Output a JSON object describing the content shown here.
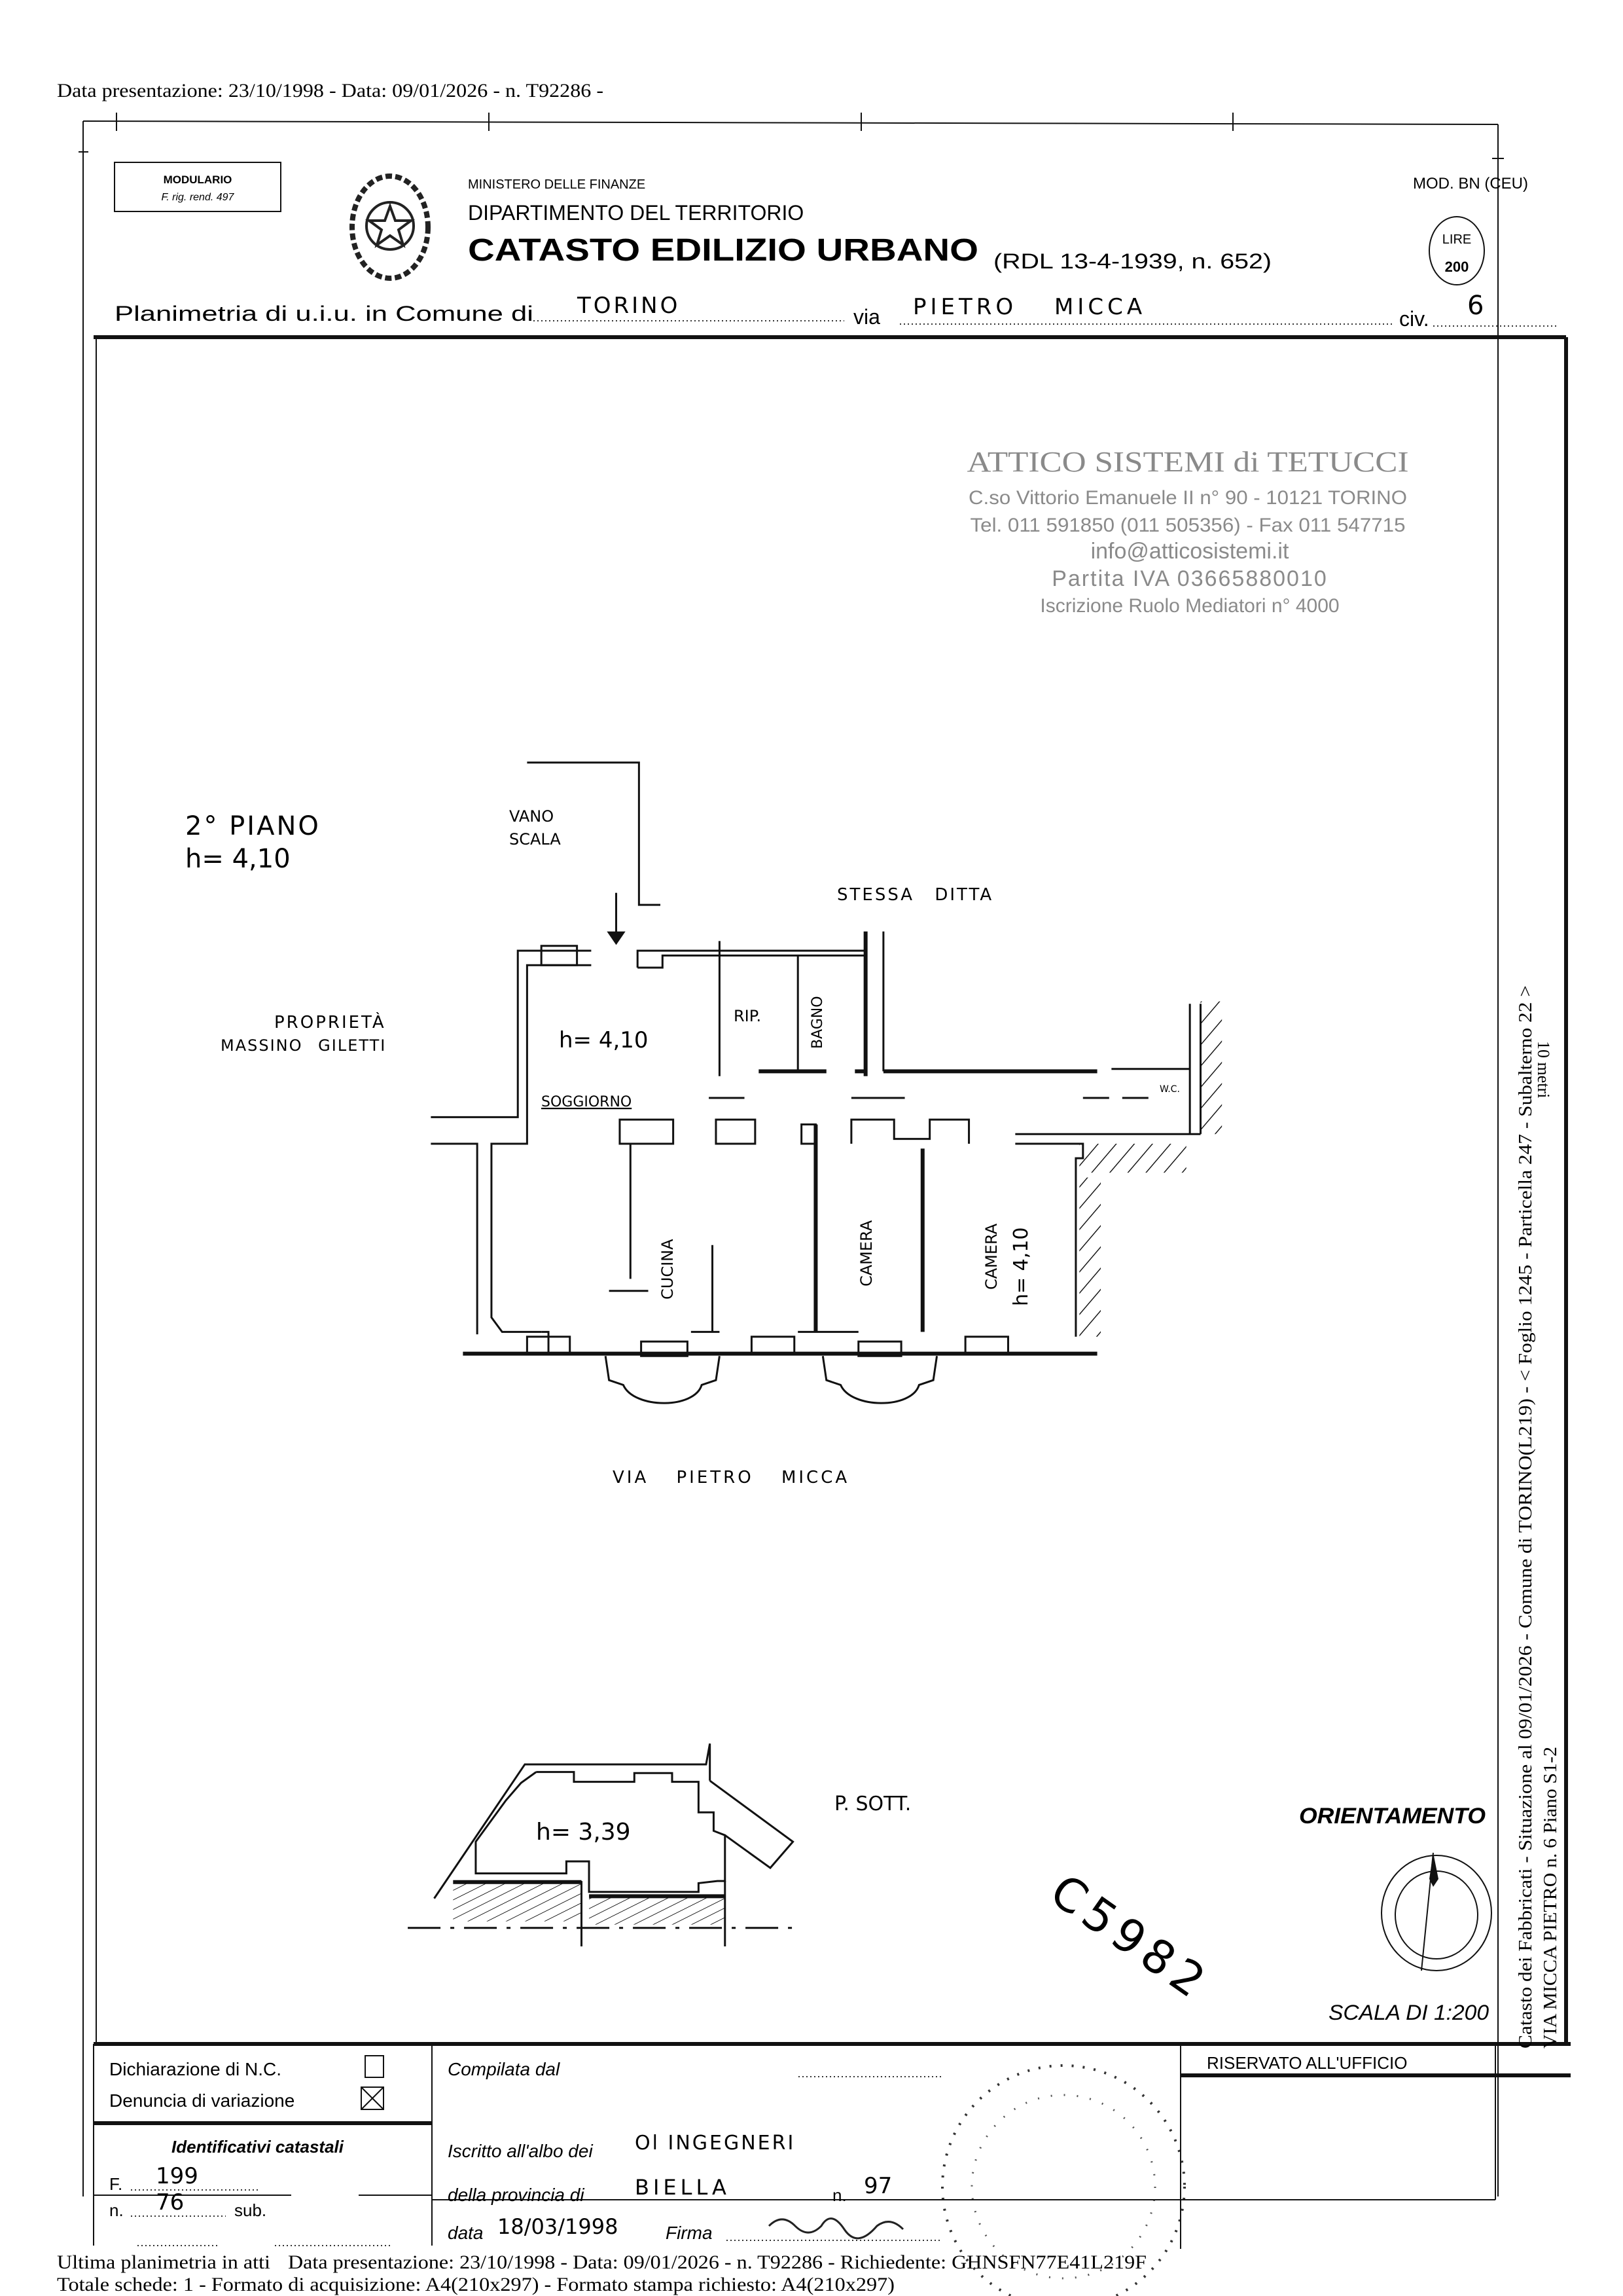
{
  "header": {
    "print_info": "Data presentazione: 23/10/1998 - Data: 09/01/2026 - n. T92286 -"
  },
  "form": {
    "modulario": {
      "line1": "MODULARIO",
      "line2": "F. rig. rend. 497"
    },
    "ministry": "MINISTERO DELLE FINANZE",
    "department": "DIPARTIMENTO DEL TERRITORIO",
    "title": "CATASTO EDILIZIO URBANO",
    "law_ref": "(RDL 13-4-1939, n. 652)",
    "model_code": "MOD. BN (CEU)",
    "stamp_duty": {
      "label": "LIRE",
      "value": "200"
    },
    "planimetria": {
      "label": "Planimetria di u.i.u. in Comune di",
      "comune_value": "TORINO",
      "via_label": "via",
      "via_value": "PIETRO MICCA",
      "civ_label": "civ.",
      "civ_value": "6"
    }
  },
  "agency_stamp": {
    "name": "ATTICO SISTEMI di TETUCCI",
    "address": "C.so Vittorio Emanuele II n° 90 - 10121 TORINO",
    "phone": "Tel. 011 591850 (011 505356) - Fax 011 547715",
    "email": "info@atticosistemi.it",
    "vat": "Partita IVA 03665880010",
    "registration": "Iscrizione Ruolo Mediatori n° 4000"
  },
  "plan": {
    "floor_label": "2° PIANO",
    "floor_height": "h= 4,10",
    "stair_line1": "VANO",
    "stair_line2": "SCALA",
    "neighbor_top": "STESSA DITTA",
    "neighbor_left_line1": "PROPRIETÀ",
    "neighbor_left_line2": "MASSINO GILETTI",
    "living_height": "h= 4,10",
    "rooms": {
      "soggiorno": "SOGGIORNO",
      "ripostiglio": "RIP.",
      "bagno": "BAGNO",
      "cucina": "CUCINA",
      "camera1": "CAMERA",
      "camera2": "CAMERA",
      "camera2_height": "h= 4,10",
      "wc": "W.C."
    },
    "street": "VIA PIETRO MICCA",
    "basement_label": "P. SOTT.",
    "basement_height": "h= 3,39",
    "orientation_label": "ORIENTAMENTO",
    "scale_label": "SCALA DI 1:200",
    "handwritten_code": "C5982"
  },
  "footer": {
    "dichiarazione": "Dichiarazione di N.C.",
    "denuncia": "Denuncia di variazione",
    "denuncia_checked": true,
    "dichiarazione_checked": false,
    "identificativi_label": "Identificativi catastali",
    "foglio_label": "F.",
    "foglio_value": "199",
    "numero_label": "n.",
    "numero_value": "76",
    "sub_label": "sub.",
    "compilata_label": "Compilata dal",
    "iscritto_label": "Iscritto all'albo dei",
    "iscritto_value": "Ol INGEGNERI",
    "provincia_label": "della provincia di",
    "provincia_value": "BIELLA",
    "n_label": "n.",
    "n_value": "97",
    "data_label": "data",
    "data_value": "18/03/1998",
    "firma_label": "Firma",
    "riservato": "RISERVATO ALL'UFFICIO"
  },
  "overlay": {
    "ultima": "Ultima planimetria in atti",
    "presentazione": "Data presentazione: 23/10/1998 - Data: 09/01/2026 - n. T92286 - Richiedente: GHNSFN77E41L219F",
    "totale": "Totale schede: 1 - Formato di acquisizione: A4(210x297) - Formato stampa richiesto: A4(210x297)"
  },
  "side": {
    "line1": "Catasto dei Fabbricati - Situazione al 09/01/2026 - Comune di TORINO(L219) - < Foglio 1245 - Particella 247 - Subalterno 22 >",
    "line2": "VIA MICCA PIETRO n. 6 Piano S1-2",
    "ruler": "10 metri"
  }
}
